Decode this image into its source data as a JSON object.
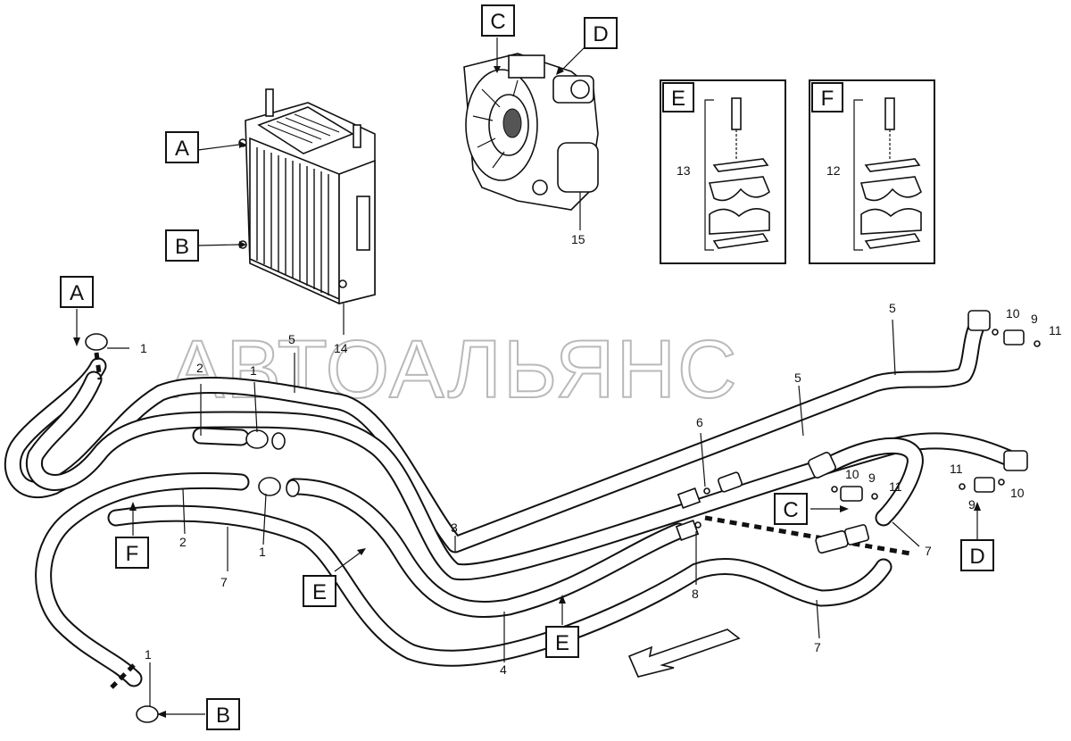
{
  "watermark": "АВТОАЛЬЯНС",
  "view_labels": {
    "A": "A",
    "B": "B",
    "C": "C",
    "D": "D",
    "E": "E",
    "F": "F"
  },
  "part_numbers": {
    "p1": "1",
    "p2": "2",
    "p3": "3",
    "p4": "4",
    "p5": "5",
    "p6": "6",
    "p7": "7",
    "p8": "8",
    "p9": "9",
    "p10": "10",
    "p11": "11",
    "p12": "12",
    "p13": "13",
    "p14": "14",
    "p15": "15"
  }
}
